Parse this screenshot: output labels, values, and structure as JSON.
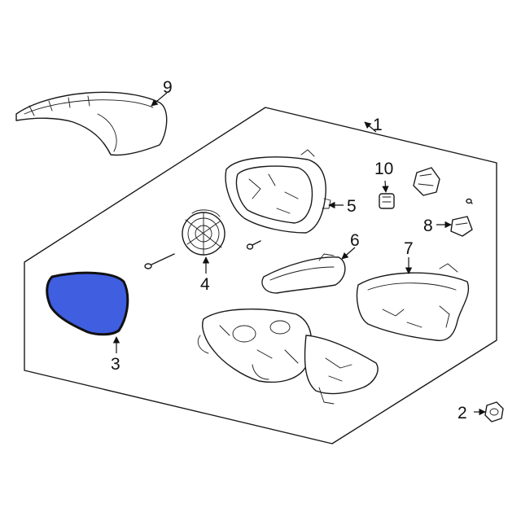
{
  "callouts": {
    "c1": "1",
    "c2": "2",
    "c3": "3",
    "c4": "4",
    "c5": "5",
    "c6": "6",
    "c7": "7",
    "c8": "8",
    "c9": "9",
    "c10": "10"
  },
  "colors": {
    "highlight_fill": "#3f5ee0",
    "outline": "#1a1a1a"
  }
}
